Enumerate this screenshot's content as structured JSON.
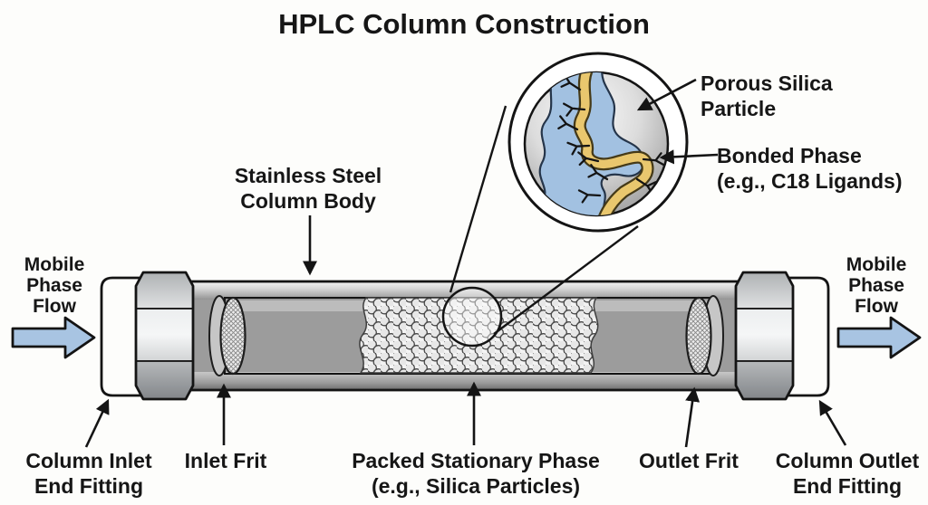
{
  "title": "HPLC Column Construction",
  "labels": {
    "mobile_left": [
      "Mobile",
      "Phase",
      "Flow"
    ],
    "mobile_right": [
      "Mobile",
      "Phase",
      "Flow"
    ],
    "column_body": [
      "Stainless Steel",
      "Column Body"
    ],
    "inlet_fitting": [
      "Column Inlet",
      "End Fitting"
    ],
    "inlet_frit": "Inlet Frit",
    "packed_phase": [
      "Packed Stationary Phase",
      "(e.g., Silica Particles)"
    ],
    "outlet_frit": "Outlet Frit",
    "outlet_fitting": [
      "Column Outlet",
      "End Fitting"
    ]
  },
  "inset": {
    "porous": [
      "Porous Silica",
      "Particle"
    ],
    "bonded": [
      "Bonded Phase",
      "(e.g., C18 Ligands)"
    ]
  },
  "colors": {
    "flow_arrow_blue": "#a8c4e2",
    "pore_blue": "#a2c1e1",
    "bonded_yellow": "#e9c76e",
    "text": "#161616"
  }
}
